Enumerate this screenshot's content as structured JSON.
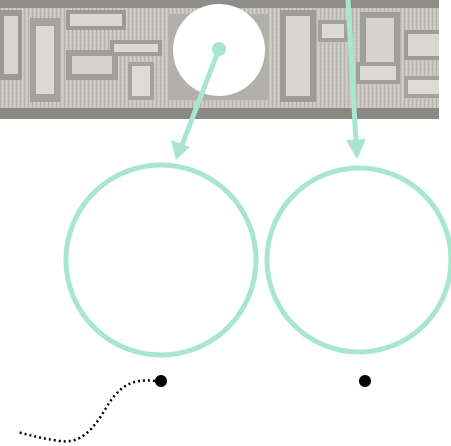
{
  "colors": {
    "accent": "#a8e6cf",
    "background": "#ffffff",
    "stone_light": "#c9c8c3",
    "stone_mid": "#a9a8a2",
    "stone_dark": "#7d7c76",
    "marker": "#000000"
  },
  "diagram": {
    "photo": {
      "subject": "stone-fret-relief"
    },
    "shapes": [
      {
        "kind": "magnifier-circle",
        "fill": "#ffffff"
      },
      {
        "kind": "outlined-circle",
        "stroke": "#a8e6cf"
      },
      {
        "kind": "outlined-circle",
        "stroke": "#a8e6cf"
      },
      {
        "kind": "dot",
        "fill": "#000000"
      },
      {
        "kind": "dot",
        "fill": "#000000"
      }
    ],
    "connectors": [
      {
        "kind": "arrow",
        "from": "magnifier-circle",
        "to": "left-circle"
      },
      {
        "kind": "arrow",
        "from": "top-edge",
        "to": "right-circle"
      },
      {
        "kind": "dotted-path",
        "from": "left-dot",
        "to": "bottom-left-edge"
      }
    ]
  }
}
